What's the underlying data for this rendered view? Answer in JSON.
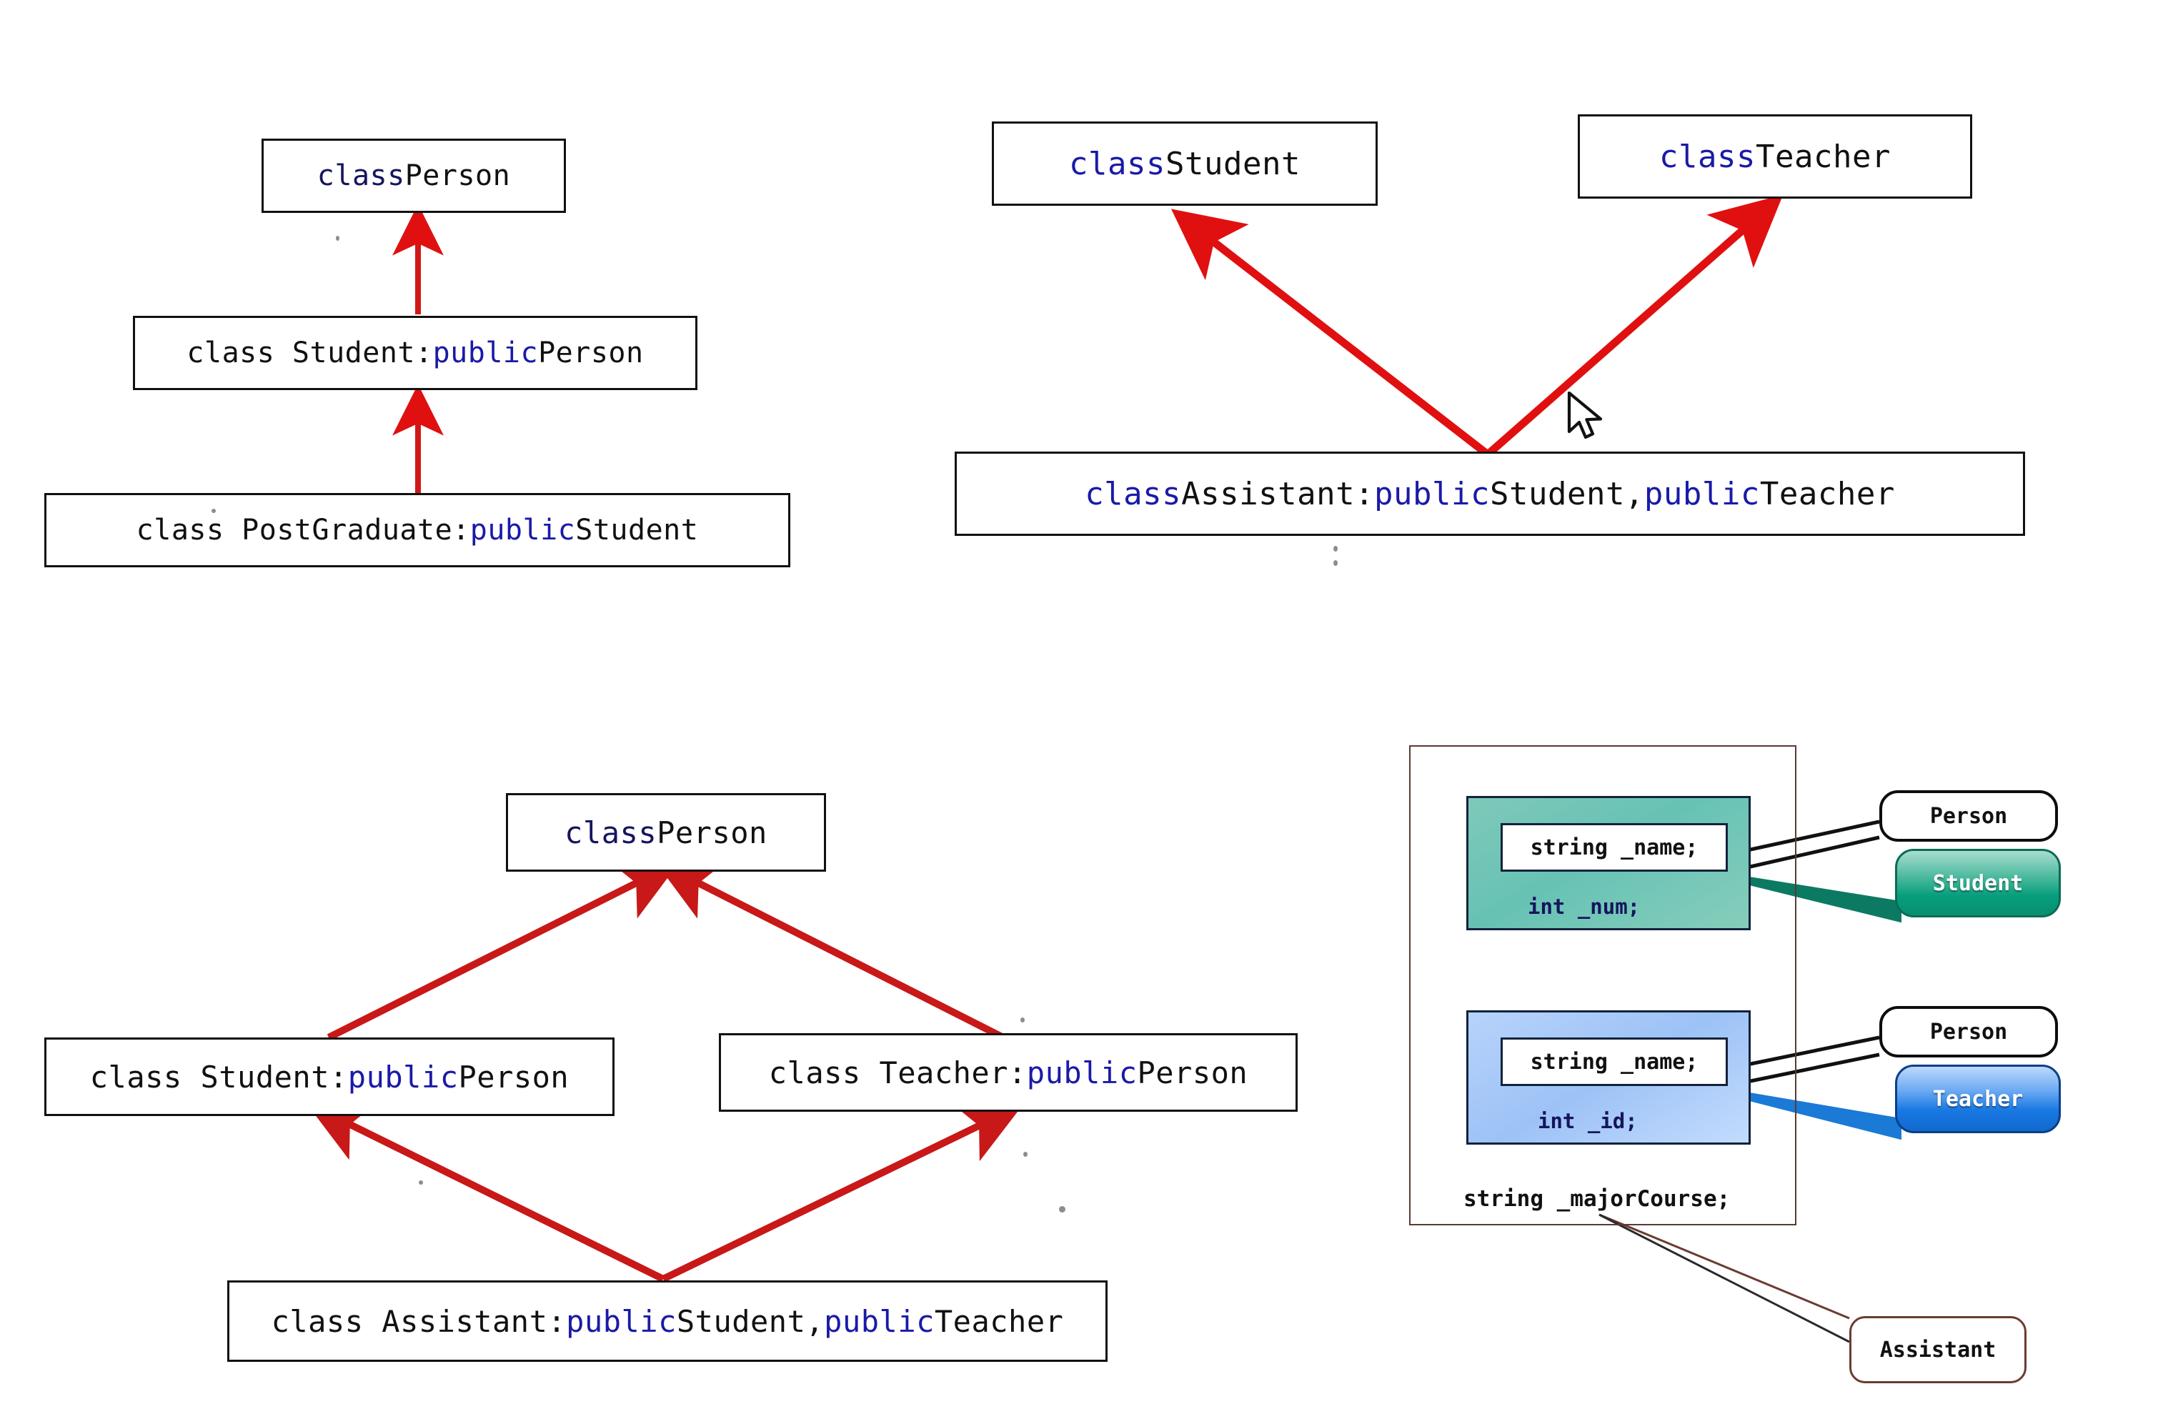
{
  "diagrams": {
    "single_inheritance": {
      "title_nodes": [
        {
          "name": "person-node",
          "text": "class Person",
          "kw": "class",
          "rest": " Person"
        },
        {
          "name": "student-node",
          "text": "class Student:public Person",
          "pre": "class Student:",
          "kw2": "public",
          "post": " Person"
        },
        {
          "name": "postgraduate-node",
          "text": "class PostGraduate:public Student",
          "pre": "class PostGraduate:",
          "kw2": "public",
          "post": " Student"
        }
      ]
    },
    "multiple_inheritance": {
      "nodes": [
        {
          "name": "student-node",
          "kw": "class",
          "rest": " Student"
        },
        {
          "name": "teacher-node",
          "kw": "class",
          "rest": " Teacher"
        },
        {
          "name": "assistant-node",
          "kw": "class",
          "mid": " Assistant:",
          "kw2": "public",
          "mid2": " Student,",
          "kw3": "public",
          "tail": " Teacher"
        }
      ]
    },
    "diamond_inheritance": {
      "nodes": [
        {
          "name": "person-node",
          "pre": "class Person"
        },
        {
          "name": "student-node",
          "pre": "class Student:",
          "kw2": "public",
          "post": " Person"
        },
        {
          "name": "teacher-node",
          "pre": "class Teacher:",
          "kw2": "public",
          "post": " Person"
        },
        {
          "name": "assistant-node",
          "pre": "class Assistant:",
          "kw2": "public",
          "mid2": " Student,",
          "kw3": "public",
          "tail": " Teacher"
        }
      ]
    },
    "memory_layout": {
      "blocks": [
        {
          "name": "student-subobject",
          "color": "#7fc9b9",
          "field": "string _name;",
          "member": "int _num;",
          "base_label": "Person",
          "derived_label": "Student"
        },
        {
          "name": "teacher-subobject",
          "color": "#aac8f5",
          "field": "string _name;",
          "member": "int _id;",
          "base_label": "Person",
          "derived_label": "Teacher"
        }
      ],
      "own_member": "string _majorCourse;",
      "object_label": "Assistant"
    }
  },
  "text": {
    "class_keyword": "class",
    "public_keyword": "public",
    "person": " Person",
    "student": " Student",
    "teacher": " Teacher",
    "student_decl_pre": "class Student:",
    "postgraduate_decl_pre": "class PostGraduate:",
    "teacher_decl_pre": "class Teacher:",
    "assistant_decl_pre": " Assistant:",
    "assistant_decl_pre_plain": "class Assistant:",
    "student_comma": " Student,",
    "string_name": "string _name;",
    "int_num": "int _num;",
    "int_id": "int _id;",
    "major_course": "string _majorCourse;",
    "person_pill": "Person",
    "student_pill": "Student",
    "teacher_pill": "Teacher",
    "assistant_pill": "Assistant"
  },
  "colors": {
    "arrow_red": "#e01010",
    "arrow_dark_red": "#c01515",
    "keyword_blue": "#1a1aa8",
    "box_border": "#111111",
    "green_block": "#7fc9b9",
    "blue_block": "#aac8f5",
    "frame_border": "#5a3a36"
  }
}
